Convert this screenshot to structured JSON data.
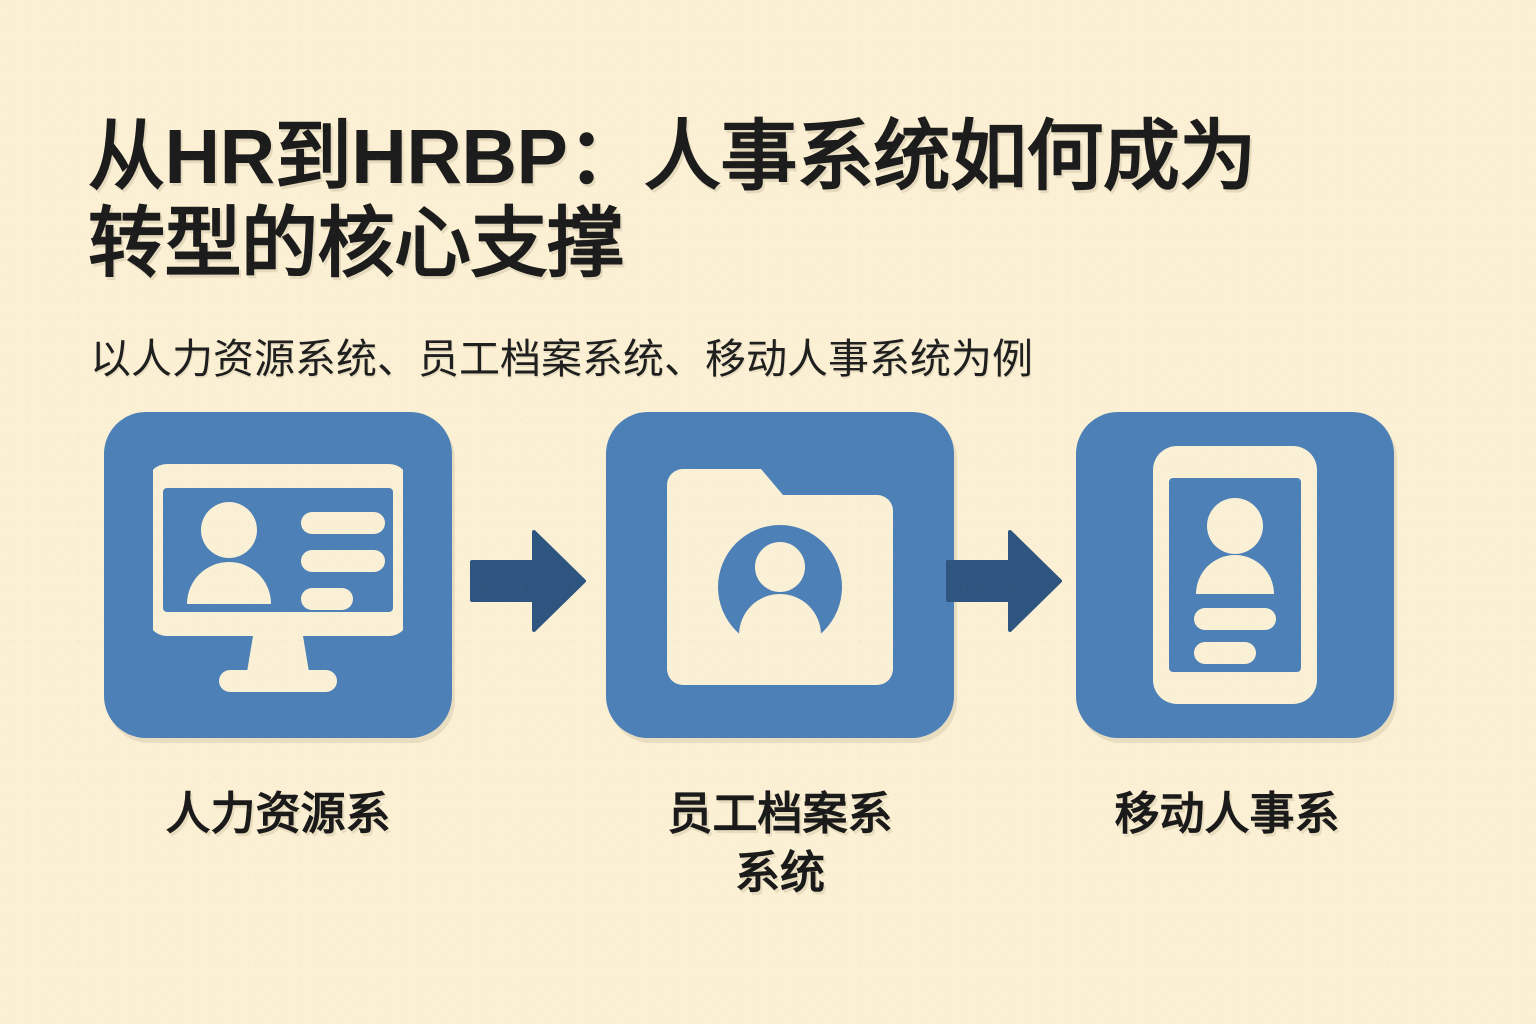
{
  "palette": {
    "background": "#fbf0d4",
    "card_blue": "#4d80b6",
    "arrow_blue": "#2d5580",
    "icon_cream": "#faf0d6",
    "text_dark": "#1c1c1c"
  },
  "header": {
    "title": "从HR到HRBP：人事系统如何成为\n转型的核心支撑",
    "subtitle": "以人力资源系统、员工档案系统、移动人事系统为例"
  },
  "flow": {
    "steps": [
      {
        "label": "人力资源系",
        "icon": "desktop-profile-icon"
      },
      {
        "label": "员工档案系\n系统",
        "icon": "folder-user-icon"
      },
      {
        "label": "移动人事系",
        "icon": "mobile-profile-icon"
      }
    ],
    "connectors": [
      {
        "icon": "arrow-right-icon"
      },
      {
        "icon": "arrow-right-icon"
      }
    ]
  }
}
